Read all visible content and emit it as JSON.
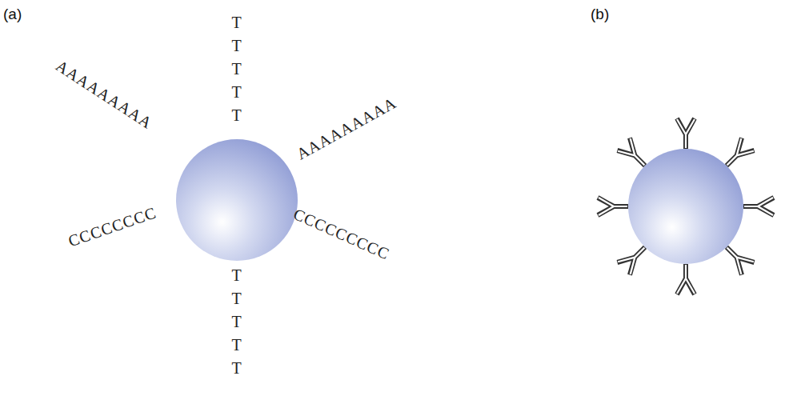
{
  "diagram": {
    "labels": [
      "(a)",
      "(b)",
      "TTTTT",
      "AAAAAAAAA",
      "AAAAAAAAA",
      "CCCCCCCC",
      "CCCCCCCCC",
      "TTTTT"
    ]
  }
}
